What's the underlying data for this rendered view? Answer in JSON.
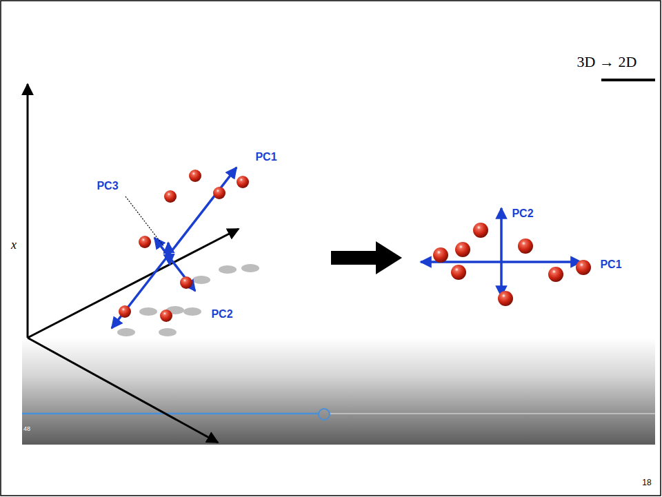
{
  "diagram": {
    "labels": [
      "3D → 2D",
      "PC1",
      "PC3",
      "x",
      "PC2",
      "PC2",
      "PC1",
      "48",
      "18"
    ]
  }
}
